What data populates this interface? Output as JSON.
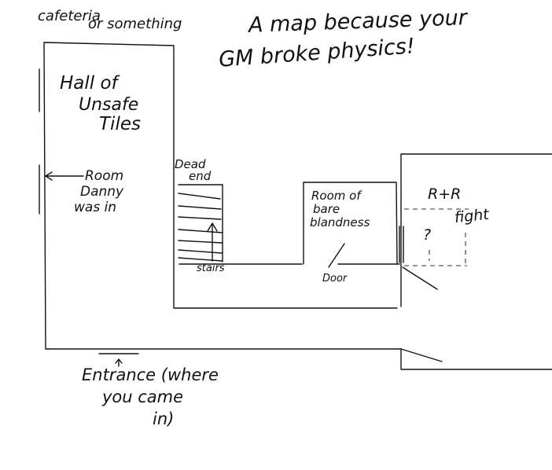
{
  "title": {
    "line1": "A map because your",
    "line2": "GM broke physics!"
  },
  "labels": {
    "cafeteria_1": "cafeteria",
    "cafeteria_2": "or something",
    "hall_1": "Hall of",
    "hall_2": "Unsafe",
    "hall_3": "Tiles",
    "dead_1": "Dead",
    "dead_2": "end",
    "room_danny_1": "Room",
    "room_danny_2": "Danny",
    "room_danny_3": "was in",
    "bare_1": "Room of",
    "bare_2": "bare",
    "bare_3": "blandness",
    "rr": "R+R",
    "fight": "fight",
    "question": "?",
    "stairs": "stairs",
    "door": "Door",
    "entrance_1": "Entrance (where",
    "entrance_2": "you came",
    "entrance_3": "in)"
  }
}
